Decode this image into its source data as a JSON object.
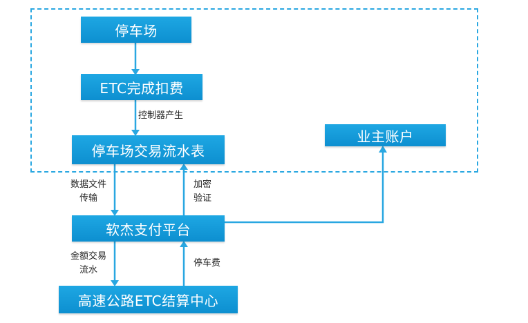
{
  "nodes": {
    "parking_lot": "停车场",
    "etc_deduction": "ETC完成扣费",
    "transaction_journal": "停车场交易流水表",
    "owner_account": "业主账户",
    "ruanjie_platform": "软杰支付平台",
    "highway_etc_center": "高速公路ETC结算中心"
  },
  "edges": {
    "controller_generated": "控制器产生",
    "data_file_line1": "数据文件",
    "data_file_line2": "传输",
    "encrypt_line1": "加密",
    "encrypt_line2": "验证",
    "amount_line1": "金额交易",
    "amount_line2": "流水",
    "parking_fee": "停车费"
  },
  "colors": {
    "box_fill": "#1a9fdc",
    "arrow": "#29a7e1",
    "dashed_border": "#29a7e1"
  }
}
